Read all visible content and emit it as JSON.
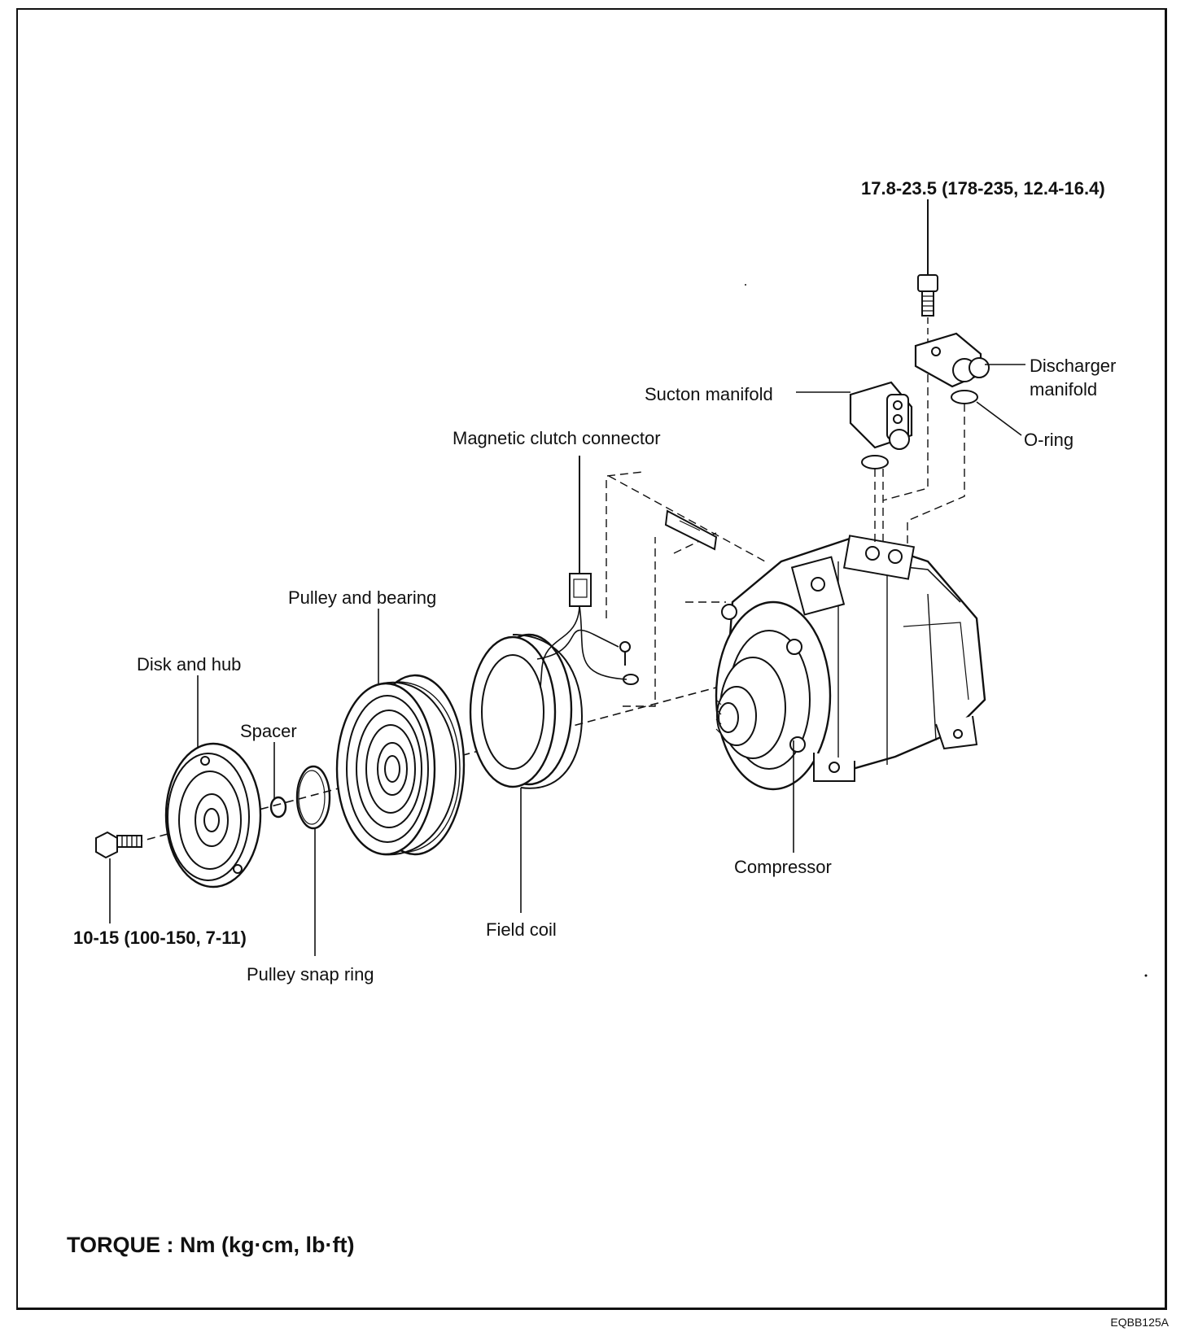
{
  "labels": {
    "top_bolt_torque": "17.8-23.5 (178-235, 12.4-16.4)",
    "discharger_line1": "Discharger",
    "discharger_line2": "manifold",
    "suction_manifold": "Sucton manifold",
    "o_ring": "O-ring",
    "magnetic_clutch_connector": "Magnetic clutch connector",
    "pulley_and_bearing": "Pulley and bearing",
    "disk_and_hub": "Disk and hub",
    "spacer": "Spacer",
    "compressor": "Compressor",
    "hub_bolt_torque": "10-15 (100-150, 7-11)",
    "field_coil": "Field coil",
    "pulley_snap_ring": "Pulley snap ring"
  },
  "torque_legend": "TORQUE : Nm (kg·cm, lb·ft)",
  "figure_code": "EQBB125A"
}
